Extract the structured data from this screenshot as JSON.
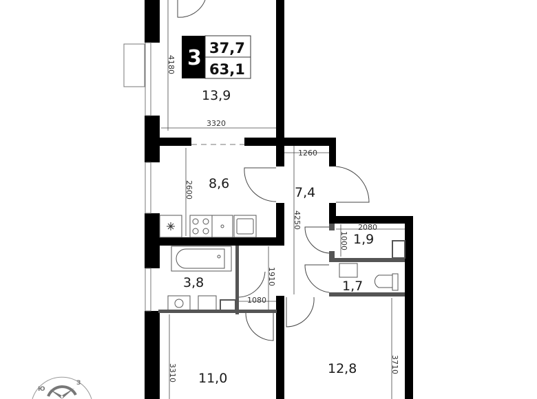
{
  "badge": {
    "rooms": "3",
    "living_area": "37,7",
    "total_area": "63,1"
  },
  "rooms": [
    {
      "id": "bedroom-top",
      "area": "13,9"
    },
    {
      "id": "kitchen",
      "area": "8,6"
    },
    {
      "id": "hallway",
      "area": "7,4"
    },
    {
      "id": "closet",
      "area": "1,9"
    },
    {
      "id": "toilet",
      "area": "1,7"
    },
    {
      "id": "bathroom",
      "area": "3,8"
    },
    {
      "id": "bedroom-bottom-left",
      "area": "11,0"
    },
    {
      "id": "bedroom-bottom-right",
      "area": "12,8"
    }
  ],
  "dimensions": {
    "top_room_height": "4180",
    "top_room_width": "3320",
    "kitchen_height": "2600",
    "hall_width": "1260",
    "hall_length": "4250",
    "closet_width": "2080",
    "closet_depth": "1000",
    "bath_height": "1910",
    "bath_door": "1080",
    "left_bedroom_height": "3310",
    "right_bedroom_height": "3710"
  },
  "compass": {
    "south": "Ю",
    "west": "З"
  },
  "colors": {
    "wall": "#000000",
    "partition": "#555555",
    "badge": "#000000"
  }
}
